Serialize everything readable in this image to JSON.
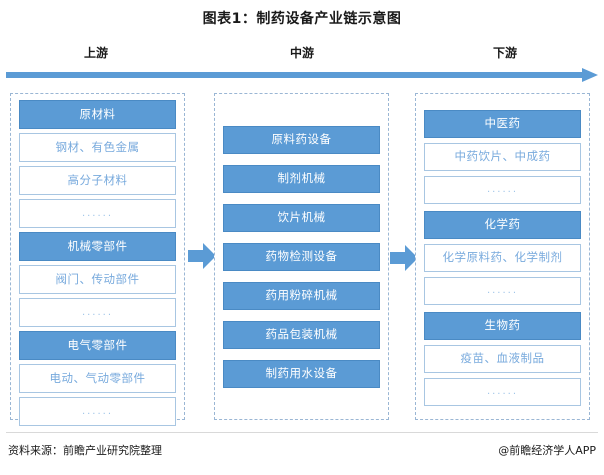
{
  "title": "图表1：制药设备产业链示意图",
  "stages": [
    {
      "label": "上游"
    },
    {
      "label": "中游"
    },
    {
      "label": "下游"
    }
  ],
  "columns": [
    {
      "name": "upstream",
      "boxes": [
        {
          "text": "原材料",
          "type": "header"
        },
        {
          "text": "钢材、有色金属",
          "type": "plain"
        },
        {
          "text": "高分子材料",
          "type": "plain"
        },
        {
          "text": "......",
          "type": "dots"
        },
        {
          "text": "机械零部件",
          "type": "header"
        },
        {
          "text": "阀门、传动部件",
          "type": "plain"
        },
        {
          "text": "......",
          "type": "dots"
        },
        {
          "text": "电气零部件",
          "type": "header"
        },
        {
          "text": "电动、气动零部件",
          "type": "plain"
        },
        {
          "text": "......",
          "type": "dots"
        }
      ]
    },
    {
      "name": "midstream",
      "boxes": [
        {
          "text": "原料药设备",
          "type": "header"
        },
        {
          "text": "制剂机械",
          "type": "header"
        },
        {
          "text": "饮片机械",
          "type": "header"
        },
        {
          "text": "药物检测设备",
          "type": "header"
        },
        {
          "text": "药用粉碎机械",
          "type": "header"
        },
        {
          "text": "药品包装机械",
          "type": "header"
        },
        {
          "text": "制药用水设备",
          "type": "header"
        }
      ]
    },
    {
      "name": "downstream",
      "boxes": [
        {
          "text": "中医药",
          "type": "header"
        },
        {
          "text": "中药饮片、中成药",
          "type": "plain"
        },
        {
          "text": "......",
          "type": "dots"
        },
        {
          "text": "化学药",
          "type": "header"
        },
        {
          "text": "化学原料药、化学制剂",
          "type": "plain"
        },
        {
          "text": "......",
          "type": "dots"
        },
        {
          "text": "生物药",
          "type": "header"
        },
        {
          "text": "疫苗、血液制品",
          "type": "plain"
        },
        {
          "text": "......",
          "type": "dots"
        }
      ]
    }
  ],
  "footer": {
    "source": "资料来源：前瞻产业研究院整理",
    "brand": "@前瞻经济学人APP"
  },
  "colors": {
    "accent": "#5b9bd5",
    "accent_border": "#4a8ac4",
    "plain_border": "#a8c6e2",
    "plain_text": "#78aadd",
    "dashed_border": "#9ab6d4"
  }
}
